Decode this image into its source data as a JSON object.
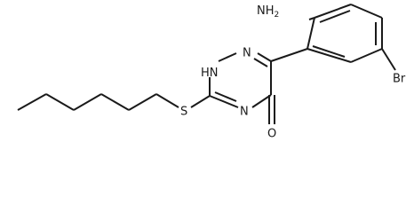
{
  "molecule": {
    "atoms": {
      "nh2": "NH2",
      "br": "Br",
      "n_ring_top": "N",
      "nh_ring": "HN",
      "n_ring_bottom": "N",
      "s": "S",
      "o": "O"
    },
    "nh2_parts": {
      "n": "NH",
      "sub": "2"
    },
    "hn_parts": {
      "h": "H",
      "n": "N"
    }
  }
}
